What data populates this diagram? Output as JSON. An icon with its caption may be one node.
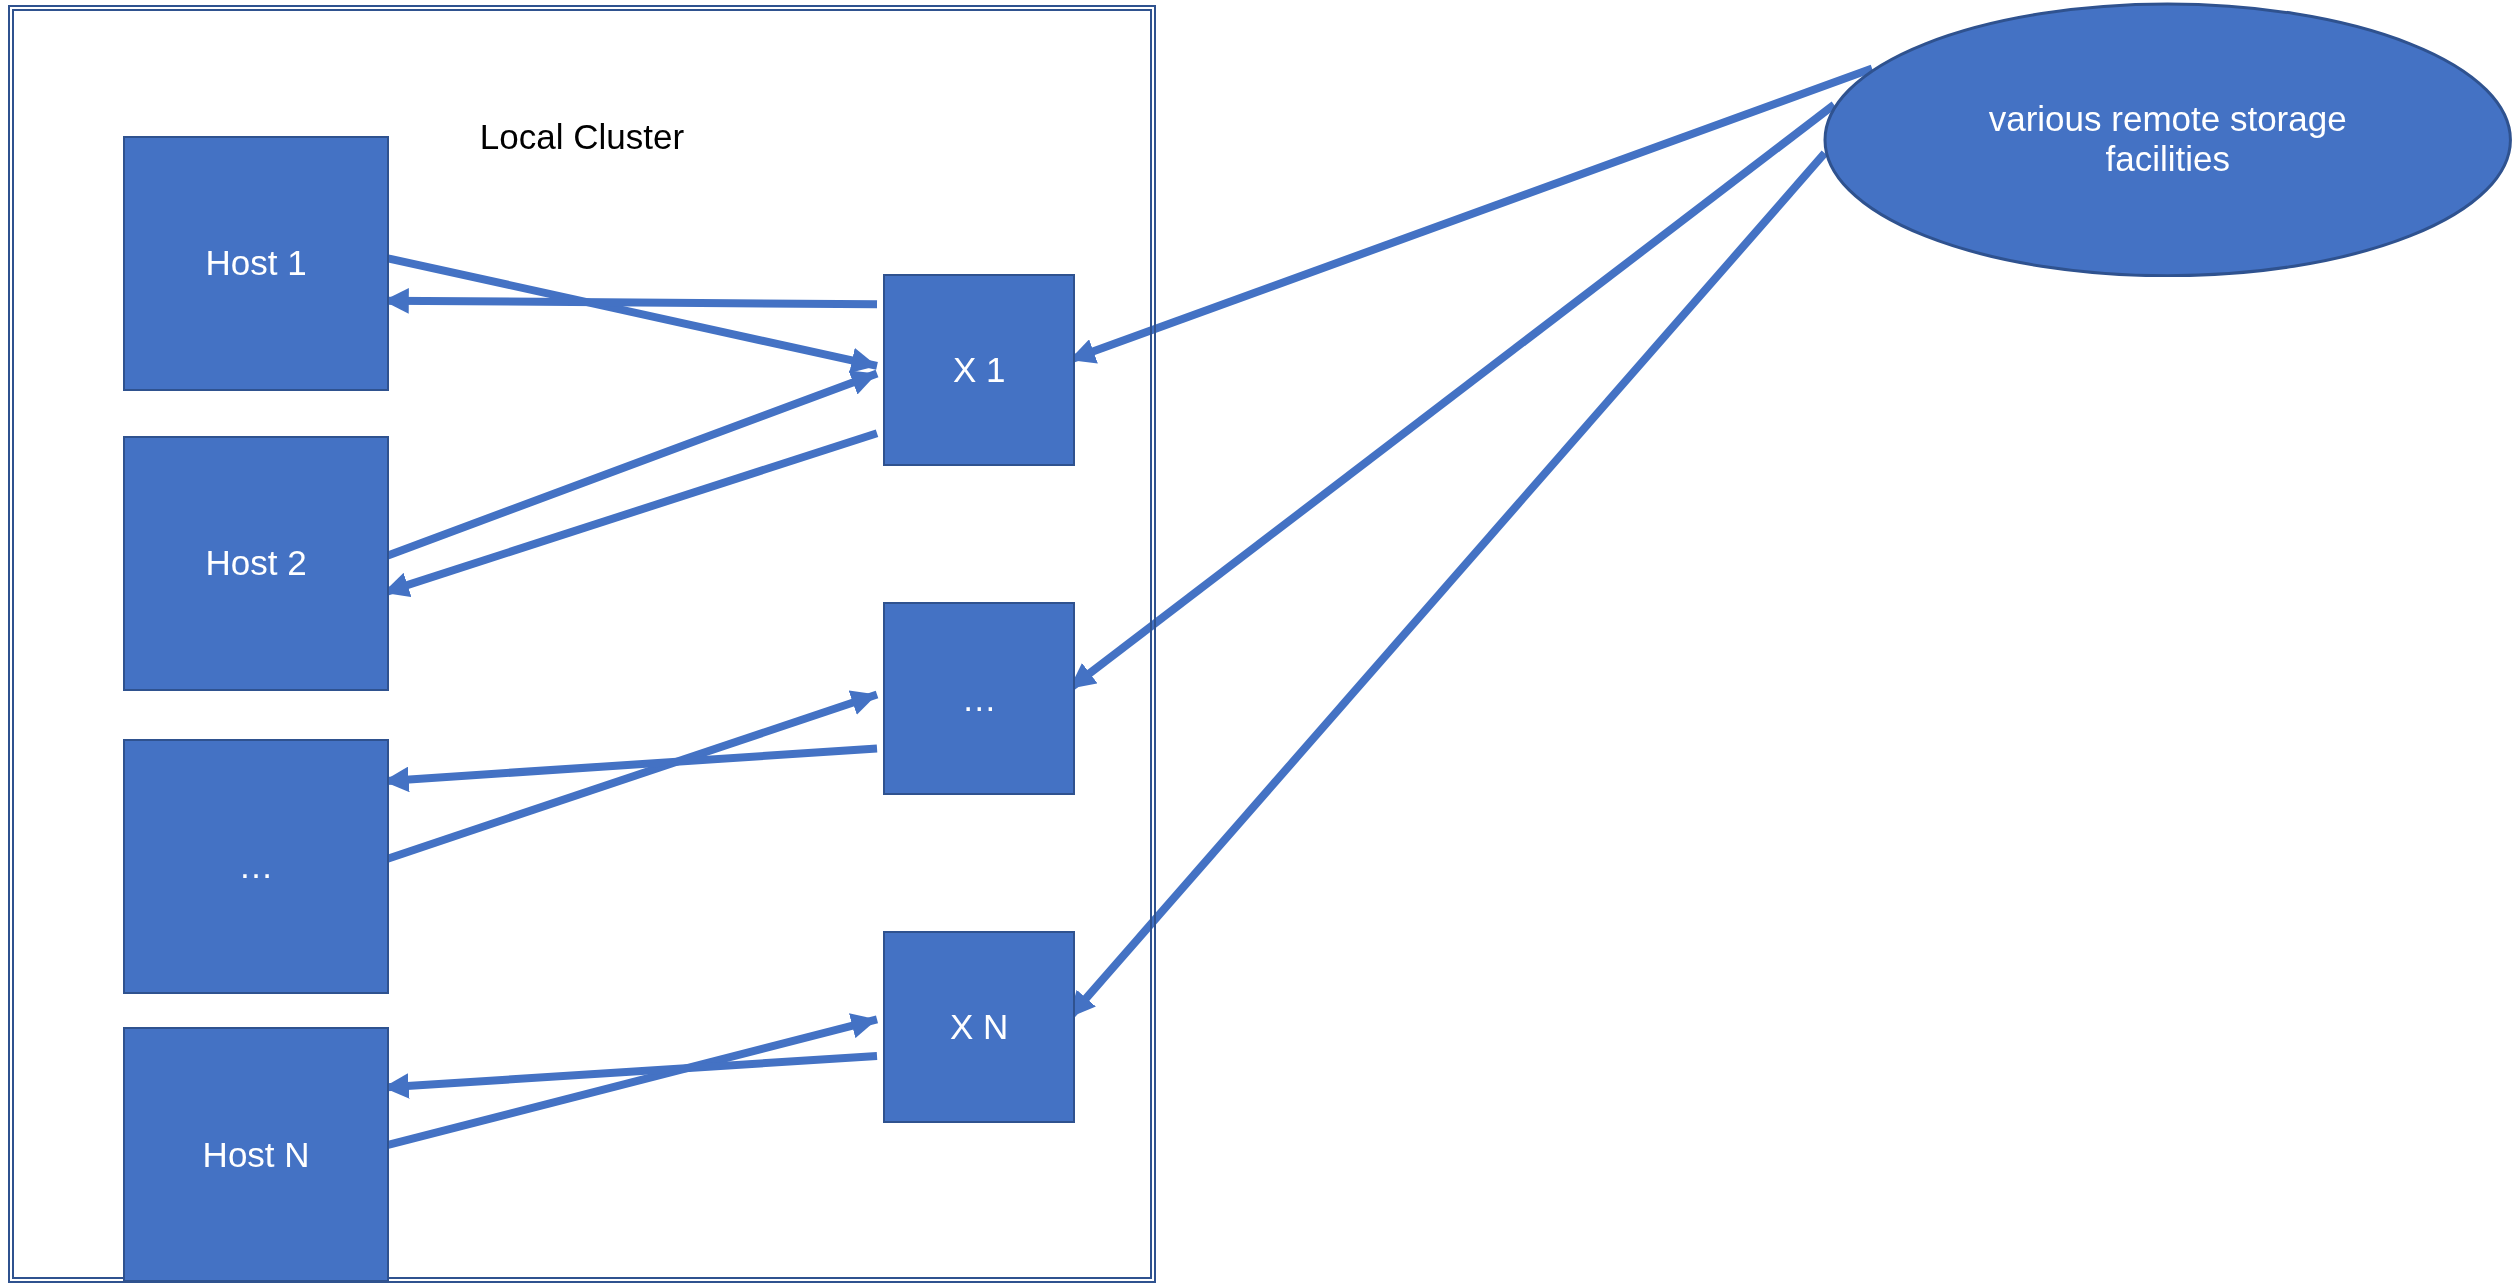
{
  "diagram": {
    "nodes": [
      {
        "text": [
          "Local Cluster"
        ]
      },
      {
        "text": [
          "Host 1"
        ],
        "in": 0
      },
      {
        "text": [
          "Host 2"
        ],
        "in": 0
      },
      {
        "text": [
          "…"
        ],
        "in": 0
      },
      {
        "text": [
          "Host N"
        ],
        "in": 0
      },
      {
        "text": [
          "X 1"
        ],
        "in": 0
      },
      {
        "text": [
          "…"
        ],
        "in": 0
      },
      {
        "text": [
          "X N"
        ],
        "in": 0
      },
      {
        "text": [
          "various remote storage facilities"
        ]
      }
    ],
    "edges": [
      {
        "from": 1,
        "to": 5,
        "arrow": "to"
      },
      {
        "from": 5,
        "to": 1,
        "arrow": "to"
      },
      {
        "from": 2,
        "to": 5,
        "arrow": "to"
      },
      {
        "from": 5,
        "to": 2,
        "arrow": "to"
      },
      {
        "from": 3,
        "to": 6,
        "arrow": "to"
      },
      {
        "from": 6,
        "to": 3,
        "arrow": "to"
      },
      {
        "from": 4,
        "to": 7,
        "arrow": "to"
      },
      {
        "from": 7,
        "to": 4,
        "arrow": "to"
      },
      {
        "from": 8,
        "to": 5,
        "arrow": "to"
      },
      {
        "from": 8,
        "to": 6,
        "arrow": "to"
      },
      {
        "from": 8,
        "to": 7,
        "arrow": "to"
      }
    ]
  }
}
